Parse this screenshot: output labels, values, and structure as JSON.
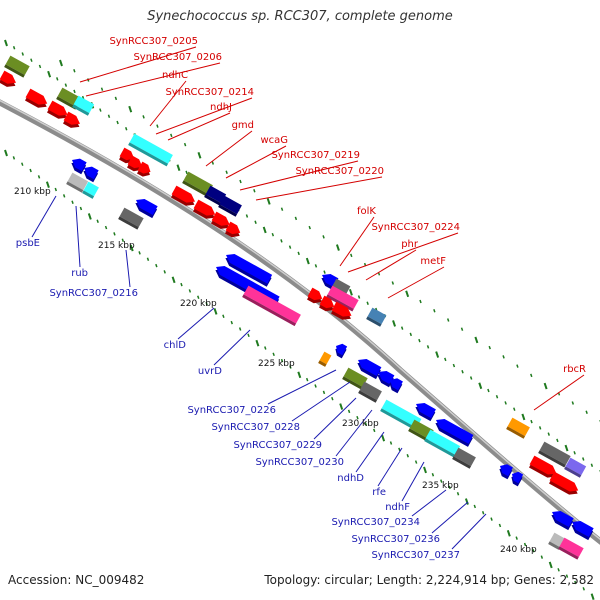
{
  "title": "Synechococcus sp. RCC307, complete genome",
  "accession": "Accession: NC_009482",
  "topology": "Topology: circular; Length: 2,224,914 bp; Genes: 2,582",
  "colors": {
    "backbone": "#8c8c8c",
    "forward_cds": "#ff0000",
    "reverse_cds": "#0000ff",
    "pink": "#ff3399",
    "cyan": "#33ffff",
    "olive": "#6b8e23",
    "gray": "#666666",
    "lightgray": "#bbbbbb",
    "orange": "#ff9900",
    "steelblue": "#4682b4",
    "navy": "#000080",
    "purple": "#7b68ee",
    "label_red": "#d40000",
    "label_blue": "#1a1ab0",
    "tick_green": "#1f7a1f"
  },
  "kbp_labels": [
    "210 kbp",
    "215 kbp",
    "220 kbp",
    "225 kbp",
    "230 kbp",
    "235 kbp",
    "240 kbp"
  ],
  "red_labels": [
    "SynRCC307_0205",
    "SynRCC307_0206",
    "ndhC",
    "SynRCC307_0214",
    "ndhJ",
    "gmd",
    "wcaG",
    "SynRCC307_0219",
    "SynRCC307_0220",
    "folK",
    "SynRCC307_0224",
    "phr",
    "metF",
    "rbcR"
  ],
  "blue_labels": [
    "psbE",
    "rub",
    "SynRCC307_0216",
    "chlD",
    "uvrD",
    "SynRCC307_0226",
    "SynRCC307_0228",
    "SynRCC307_0229",
    "SynRCC307_0230",
    "ndhD",
    "rfe",
    "ndhF",
    "SynRCC307_0234",
    "SynRCC307_0236",
    "SynRCC307_0237"
  ]
}
